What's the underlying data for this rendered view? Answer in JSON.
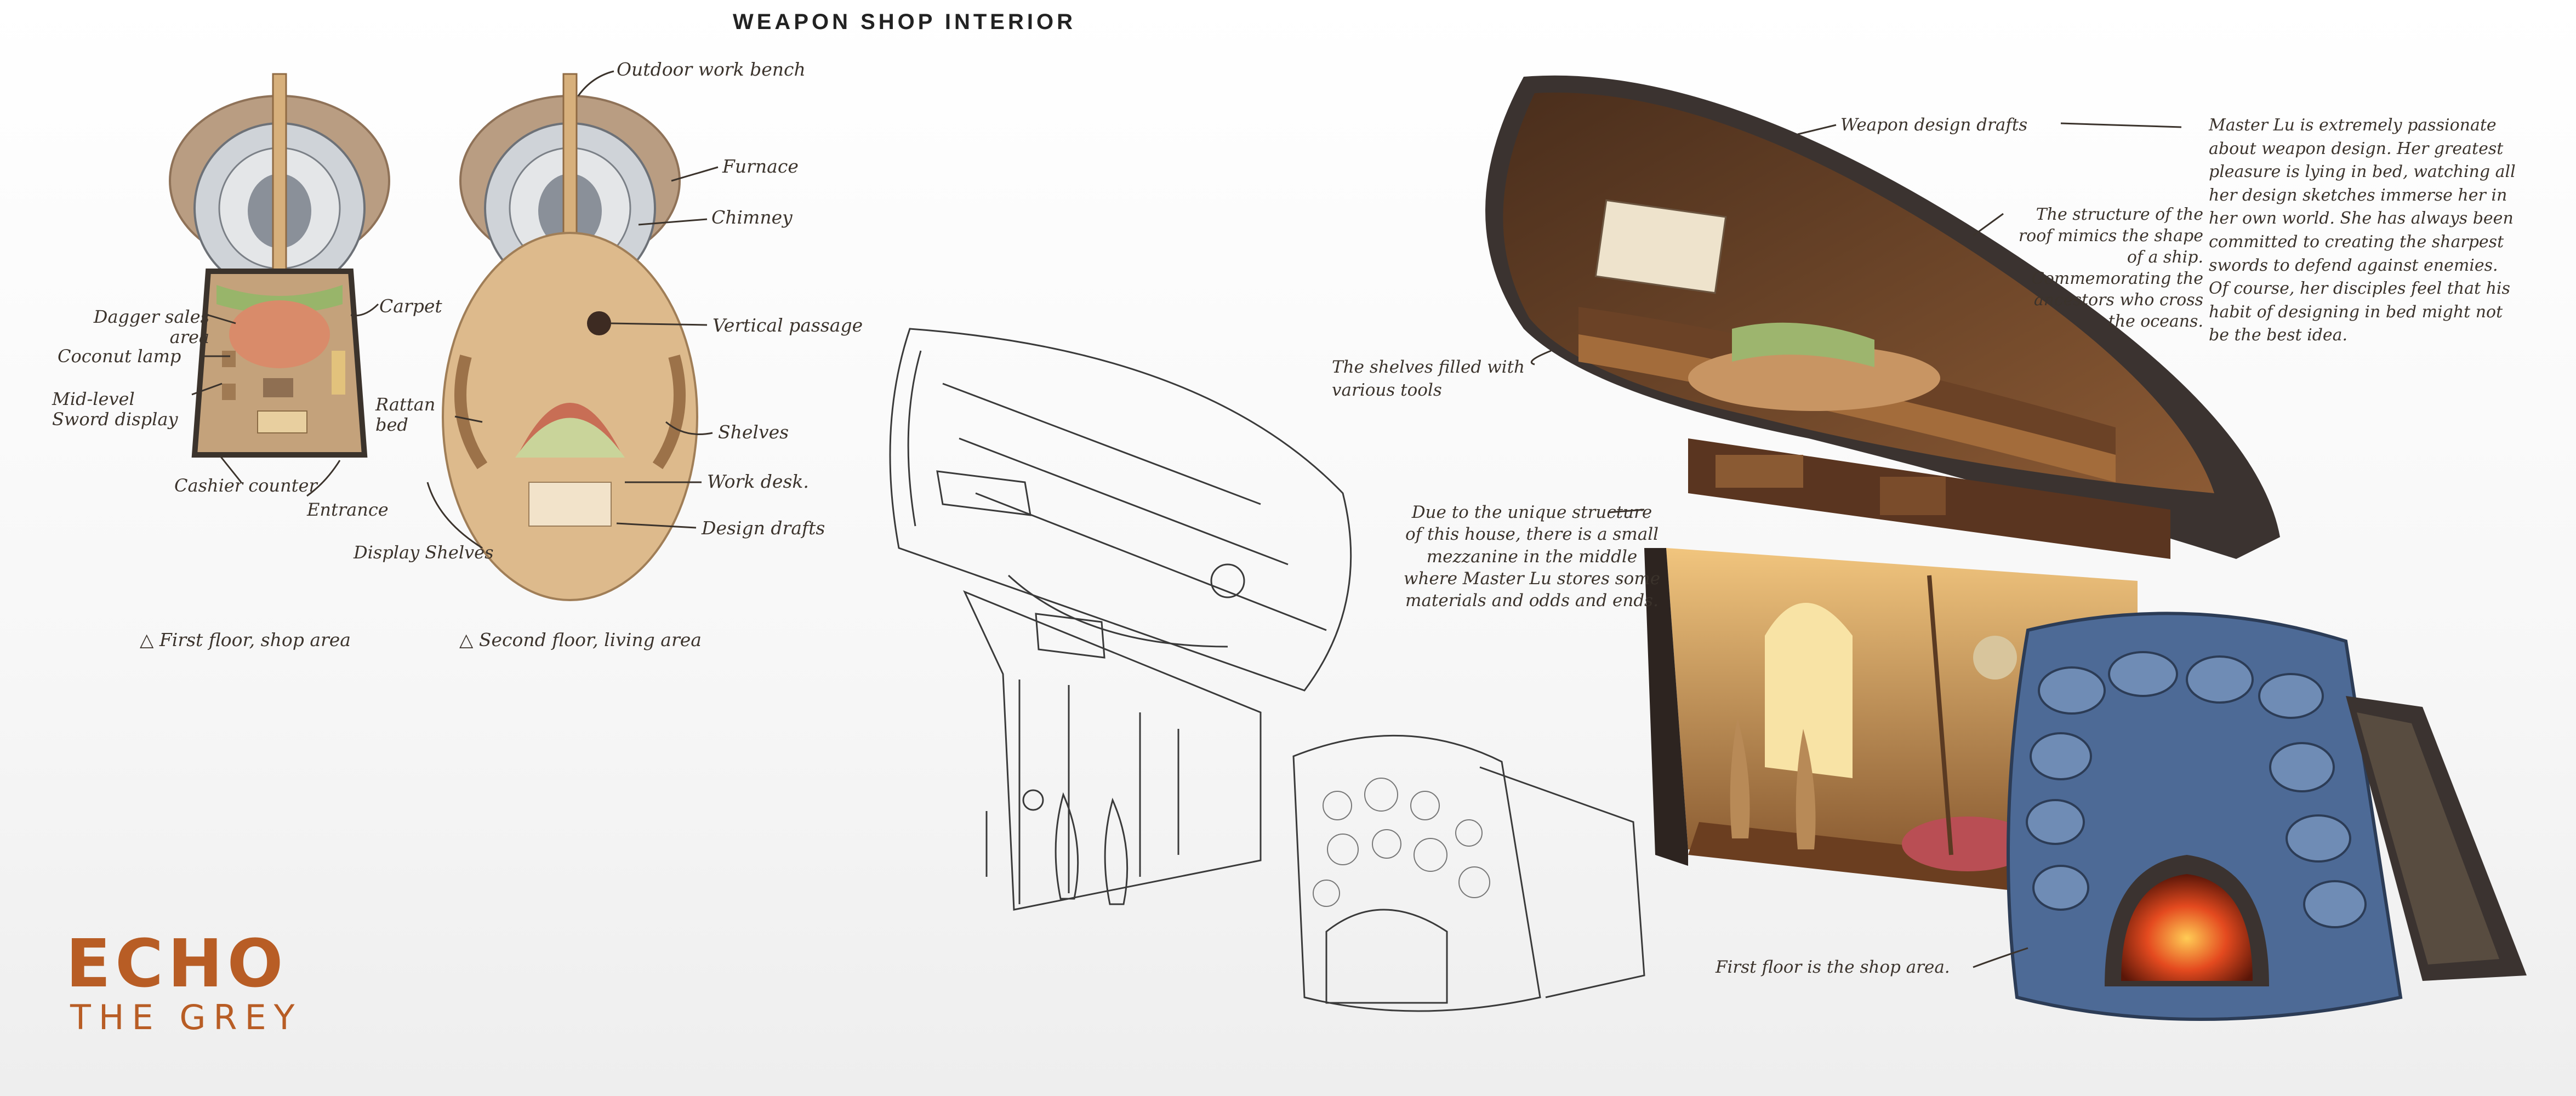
{
  "title": "WEAPON SHOP INTERIOR",
  "floorplan_labels": {
    "outdoor_work_bench": "Outdoor work bench",
    "furnace": "Furnace",
    "chimney": "Chimney",
    "vertical_passage": "Vertical passage",
    "shelves": "Shelves",
    "work_desk": "Work desk.",
    "design_drafts": "Design drafts",
    "carpet": "Carpet",
    "dagger_sales_area": "Dagger sales area",
    "coconut_lamp": "Coconut lamp",
    "mid_level_sword_display": "Mid-level Sword display",
    "rattan_bed": "Rattan bed",
    "cashier_counter": "Cashier counter",
    "entrance": "Entrance",
    "display_shelves": "Display Shelves"
  },
  "captions": {
    "first_floor": "△ First floor, shop area",
    "second_floor": "△ Second floor, living area"
  },
  "cutaway_notes": {
    "weapon_design_drafts": "Weapon design drafts",
    "roof_structure": "The structure of the roof mimics the shape of a ship. Commemorating the ancestors who cross the oceans.",
    "shelves_filled": "The shelves filled with various tools",
    "mezzanine": "Due to the unique structure of this house, there is a small mezzanine in the middle where Master Lu stores some materials and odds and ends.",
    "first_floor_shop": "First floor is the shop area.",
    "master_lu": "Master Lu is extremely passionate about weapon design. Her greatest pleasure is lying in bed, watching all her design sketches immerse her in her own world. She has always been committed to creating the sharpest swords to defend against enemies. Of course, her disciples feel that his habit of designing in bed might not be the best idea."
  },
  "logo": {
    "line1": "ECHO",
    "line2": "THE GREY"
  },
  "colors": {
    "wood": "#c9a574",
    "ink": "#3b332c",
    "stone_blue": "#4d6a96",
    "fire": "#e44a1f",
    "logo": "#b85d25"
  }
}
